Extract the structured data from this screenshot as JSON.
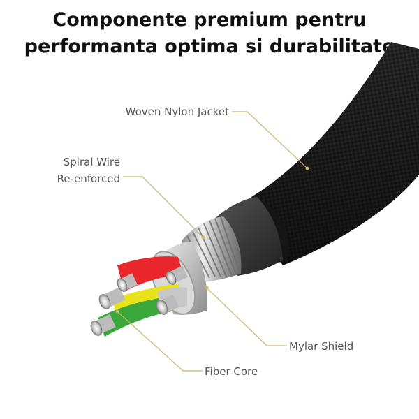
{
  "title": {
    "line1": "Componente premium pentru",
    "line2": "performanta optima si durabilitate"
  },
  "callouts": {
    "woven_nylon_jacket": "Woven Nylon Jacket",
    "spiral_wire_line1": "Spiral Wire",
    "spiral_wire_line2": "Re-enforced",
    "mylar_shield": "Mylar Shield",
    "fiber_core": "Fiber Core"
  },
  "colors": {
    "leader_line": "#c8b46a",
    "jacket": "#1a1a1a",
    "inner_sheath": "#3a3a3a",
    "wire_red": "#e8262c",
    "wire_yellow": "#e8e21a",
    "wire_green": "#3aa83a",
    "wire_silver": "#c7c7c7"
  }
}
